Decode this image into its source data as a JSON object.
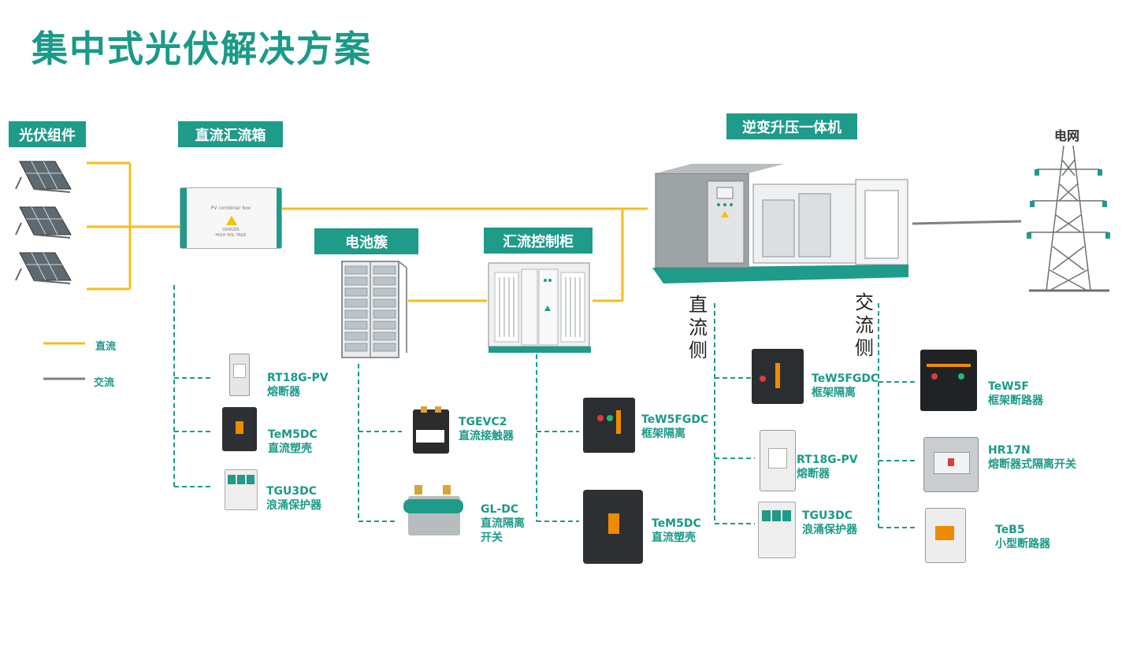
{
  "title": "集中式光伏解决方案",
  "stages": {
    "pv": "光伏组件",
    "combiner": "直流汇流箱",
    "battery": "电池簇",
    "control": "汇流控制柜",
    "inverter": "逆变升压一体机",
    "grid": "电网"
  },
  "legend": {
    "dc": "直流",
    "ac": "交流"
  },
  "sides": {
    "dc": "直流侧",
    "ac": "交流侧"
  },
  "combiner_box": {
    "line1": "PV combiner box",
    "line2": "DANGER",
    "line3": "HIGH VOL TAGE"
  },
  "products": {
    "rt18g_1": {
      "model": "RT18G-PV",
      "desc": "熔断器"
    },
    "tem5dc_1": {
      "model": "TeM5DC",
      "desc": "直流塑壳"
    },
    "tgu3dc_1": {
      "model": "TGU3DC",
      "desc": "浪涌保护器"
    },
    "tgevc2": {
      "model": "TGEVC2",
      "desc": "直流接触器"
    },
    "gldc": {
      "model": "GL-DC",
      "desc": "直流隔离",
      "desc2": "开关"
    },
    "tew5fgdc_1": {
      "model": "TeW5FGDC",
      "desc": "框架隔离"
    },
    "tem5dc_2": {
      "model": "TeM5DC",
      "desc": "直流塑壳"
    },
    "tew5fgdc_2": {
      "model": "TeW5FGDC",
      "desc": "框架隔离"
    },
    "rt18g_2": {
      "model": "RT18G-PV",
      "desc": "熔断器"
    },
    "tgu3dc_2": {
      "model": "TGU3DC",
      "desc": "浪涌保护器"
    },
    "tew5f": {
      "model": "TeW5F",
      "desc": "框架断路器"
    },
    "hr17n": {
      "model": "HR17N",
      "desc": "熔断器式隔离开关"
    },
    "teb5": {
      "model": "TeB5",
      "desc": "小型断路器"
    }
  },
  "colors": {
    "accent": "#1e9b89",
    "dc_line": "#f5be1e",
    "ac_line": "#808080"
  }
}
